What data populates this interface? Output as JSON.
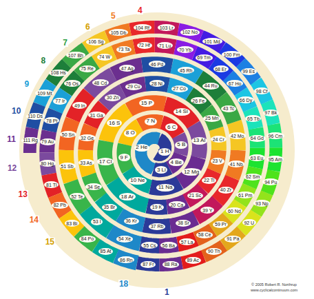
{
  "diagram": {
    "nodes": [
      {
        "text": [
          "1 H"
        ]
      },
      {
        "text": [
          "2 He"
        ]
      },
      {
        "text": [
          "3 Li"
        ]
      },
      {
        "text": [
          "4 Be"
        ]
      },
      {
        "text": [
          "5 B"
        ]
      },
      {
        "text": [
          "6 C"
        ]
      },
      {
        "text": [
          "7 N"
        ]
      },
      {
        "text": [
          "8 O"
        ]
      },
      {
        "text": [
          "9 F"
        ]
      },
      {
        "text": [
          "10 Ne"
        ]
      },
      {
        "text": [
          "11 Na"
        ]
      },
      {
        "text": [
          "12 Mg"
        ]
      },
      {
        "text": [
          "13 Al"
        ]
      },
      {
        "text": [
          "14 Si"
        ]
      },
      {
        "text": [
          "15 P"
        ]
      },
      {
        "text": [
          "16 S"
        ]
      },
      {
        "text": [
          "17 Cl"
        ]
      },
      {
        "text": [
          "18 Ar"
        ]
      },
      {
        "text": [
          "19 K"
        ]
      },
      {
        "text": [
          "20 Ca"
        ]
      },
      {
        "text": [
          "21 Sc"
        ]
      },
      {
        "text": [
          "22 Ti"
        ]
      },
      {
        "text": [
          "23 V"
        ]
      },
      {
        "text": [
          "24 Cr"
        ]
      },
      {
        "text": [
          "25 Mn"
        ]
      },
      {
        "text": [
          "26 Fe"
        ]
      },
      {
        "text": [
          "27 Co"
        ]
      },
      {
        "text": [
          "28 Ni"
        ]
      },
      {
        "text": [
          "29 Cu"
        ]
      },
      {
        "text": [
          "30 Zn"
        ]
      },
      {
        "text": [
          "31 Ga"
        ]
      },
      {
        "text": [
          "32 Ge"
        ]
      },
      {
        "text": [
          "33 As"
        ]
      },
      {
        "text": [
          "34 Se"
        ]
      },
      {
        "text": [
          "35 Br"
        ]
      },
      {
        "text": [
          "36 Kr"
        ]
      },
      {
        "text": [
          "37 Rb"
        ]
      },
      {
        "text": [
          "38 Sr"
        ]
      },
      {
        "text": [
          "39 Y"
        ]
      },
      {
        "text": [
          "40 Zr"
        ]
      },
      {
        "text": [
          "41 Nb"
        ]
      },
      {
        "text": [
          "42 Mo"
        ]
      },
      {
        "text": [
          "43 Tc"
        ]
      },
      {
        "text": [
          "44 Ru"
        ]
      },
      {
        "text": [
          "45 Rh"
        ]
      },
      {
        "text": [
          "46 Pd"
        ]
      },
      {
        "text": [
          "47 Ag"
        ]
      },
      {
        "text": [
          "48 Cd"
        ]
      },
      {
        "text": [
          "49 In"
        ]
      },
      {
        "text": [
          "50 Sn"
        ]
      },
      {
        "text": [
          "51 Sb"
        ]
      },
      {
        "text": [
          "52 Te"
        ]
      },
      {
        "text": [
          "53 I"
        ]
      },
      {
        "text": [
          "54 Xe"
        ]
      },
      {
        "text": [
          "55 Cs"
        ]
      },
      {
        "text": [
          "56 Ba"
        ]
      },
      {
        "text": [
          "57 La"
        ]
      },
      {
        "text": [
          "58 Ce"
        ]
      },
      {
        "text": [
          "59 Pr"
        ]
      },
      {
        "text": [
          "60 Nd"
        ]
      },
      {
        "text": [
          "61 Pm"
        ]
      },
      {
        "text": [
          "62 Sm"
        ]
      },
      {
        "text": [
          "63 Eu"
        ]
      },
      {
        "text": [
          "64 Gd"
        ]
      },
      {
        "text": [
          "65 Tb"
        ]
      },
      {
        "text": [
          "66 Dy"
        ]
      },
      {
        "text": [
          "67 Ho"
        ]
      },
      {
        "text": [
          "68 Er"
        ]
      },
      {
        "text": [
          "69 Tm"
        ]
      },
      {
        "text": [
          "70 Yb"
        ]
      },
      {
        "text": [
          "71 Lu"
        ]
      },
      {
        "text": [
          "72 Hf"
        ]
      },
      {
        "text": [
          "73 Ta"
        ]
      },
      {
        "text": [
          "74 W"
        ]
      },
      {
        "text": [
          "75 Re"
        ]
      },
      {
        "text": [
          "76 Os"
        ]
      },
      {
        "text": [
          "77 Ir"
        ]
      },
      {
        "text": [
          "78 Pt"
        ]
      },
      {
        "text": [
          "79 Au"
        ]
      },
      {
        "text": [
          "80 Hg"
        ]
      },
      {
        "text": [
          "81 Tl"
        ]
      },
      {
        "text": [
          "82 Pb"
        ]
      },
      {
        "text": [
          "83 Bi"
        ]
      },
      {
        "text": [
          "84 Po"
        ]
      },
      {
        "text": [
          "85 At"
        ]
      },
      {
        "text": [
          "86 Rn"
        ]
      },
      {
        "text": [
          "87 Fr"
        ]
      },
      {
        "text": [
          "88 Ra"
        ]
      },
      {
        "text": [
          "89 Ac"
        ]
      },
      {
        "text": [
          "90 Th"
        ]
      },
      {
        "text": [
          "91 Pa"
        ]
      },
      {
        "text": [
          "92 U"
        ]
      },
      {
        "text": [
          "93 Np"
        ]
      },
      {
        "text": [
          "94 Pu"
        ]
      },
      {
        "text": [
          "95 Am"
        ]
      },
      {
        "text": [
          "96 Cm"
        ]
      },
      {
        "text": [
          "97 Bk"
        ]
      },
      {
        "text": [
          "98 Cf"
        ]
      },
      {
        "text": [
          "99 Es"
        ]
      },
      {
        "text": [
          "100 Fm"
        ]
      },
      {
        "text": [
          "101 Md"
        ]
      },
      {
        "text": [
          "102 No"
        ]
      },
      {
        "text": [
          "103 Lr"
        ]
      },
      {
        "text": [
          "104 Rf"
        ]
      },
      {
        "text": [
          "105 Db"
        ]
      },
      {
        "text": [
          "106 Sg"
        ]
      },
      {
        "text": [
          "107 Bh"
        ]
      },
      {
        "text": [
          "108 Hs"
        ]
      },
      {
        "text": [
          "109 Mt"
        ]
      },
      {
        "text": [
          "110 Ds"
        ]
      },
      {
        "text": [
          "111 Rg"
        ]
      }
    ],
    "labels": [
      "4",
      "5",
      "6",
      "7",
      "8",
      "9",
      "10",
      "11",
      "12",
      "13",
      "14",
      "15",
      "18",
      "1",
      "© 2005 Robert R. Northrup",
      "www.cyclicalcontinuum.com"
    ]
  }
}
